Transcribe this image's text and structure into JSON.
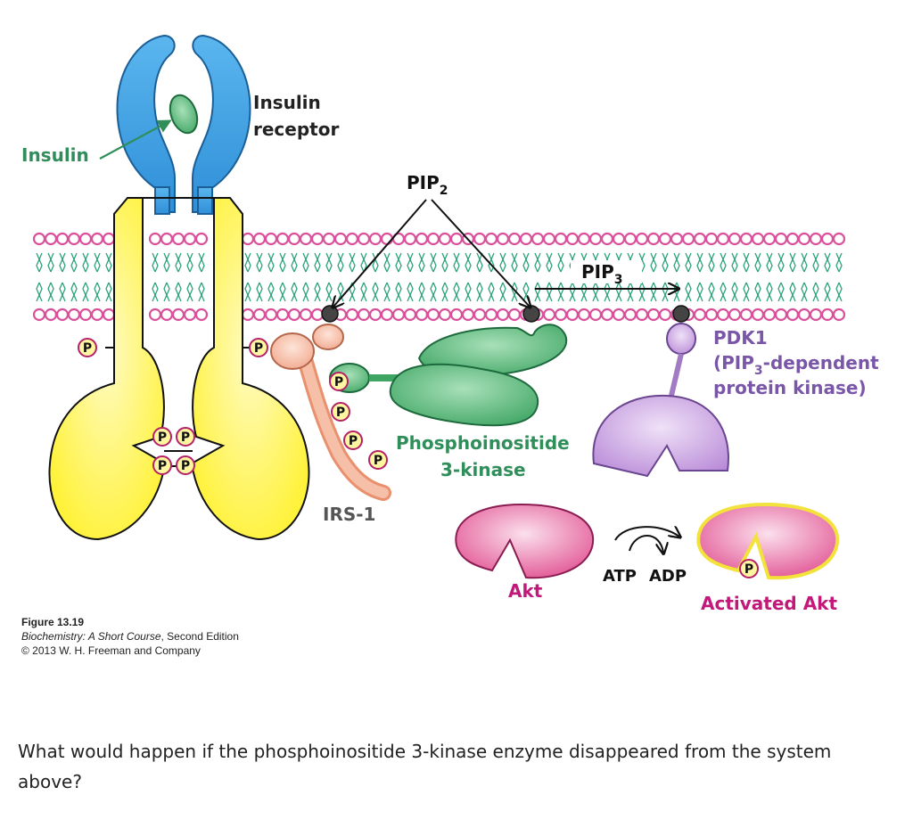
{
  "labels": {
    "insulin": "Insulin",
    "receptor_line1": "Insulin",
    "receptor_line2": "receptor",
    "pip2_main": "PIP",
    "pip2_sub": "2",
    "pip3_main": "PIP",
    "pip3_sub": "3",
    "pdk1_line1": "PDK1",
    "pdk1_line2_a": "(PIP",
    "pdk1_line2_sub": "3",
    "pdk1_line2_b": "-dependent",
    "pdk1_line3": "protein kinase)",
    "pi3k_line1": "Phosphoinositide",
    "pi3k_line2": "3-kinase",
    "irs1": "IRS-1",
    "akt": "Akt",
    "atp": "ATP",
    "adp": "ADP",
    "activated_akt": "Activated Akt",
    "phosphate": "P"
  },
  "caption": {
    "figure": "Figure 13.19",
    "book": "Biochemistry: A Short Course",
    "edition": ", Second Edition",
    "copyright": "© 2013 W. H. Freeman and Company"
  },
  "question": "What would happen if the phosphoinositide 3-kinase enzyme disappeared from the system above?",
  "colors": {
    "insulin_receptor_alpha": "#3a9ee0",
    "receptor_beta": "#fff23a",
    "insulin": "#52a86a",
    "lipid_head": "#d9519a",
    "lipid_tail": "#2aa37a",
    "pi3k": "#3ea563",
    "irs1": "#f1a58a",
    "pdk1": "#b98ad8",
    "akt": "#e04b8e",
    "phosphate_border": "#b4206a",
    "label_green": "#2f8e5a",
    "label_purple": "#7a56a8",
    "label_pink": "#c2187a"
  }
}
